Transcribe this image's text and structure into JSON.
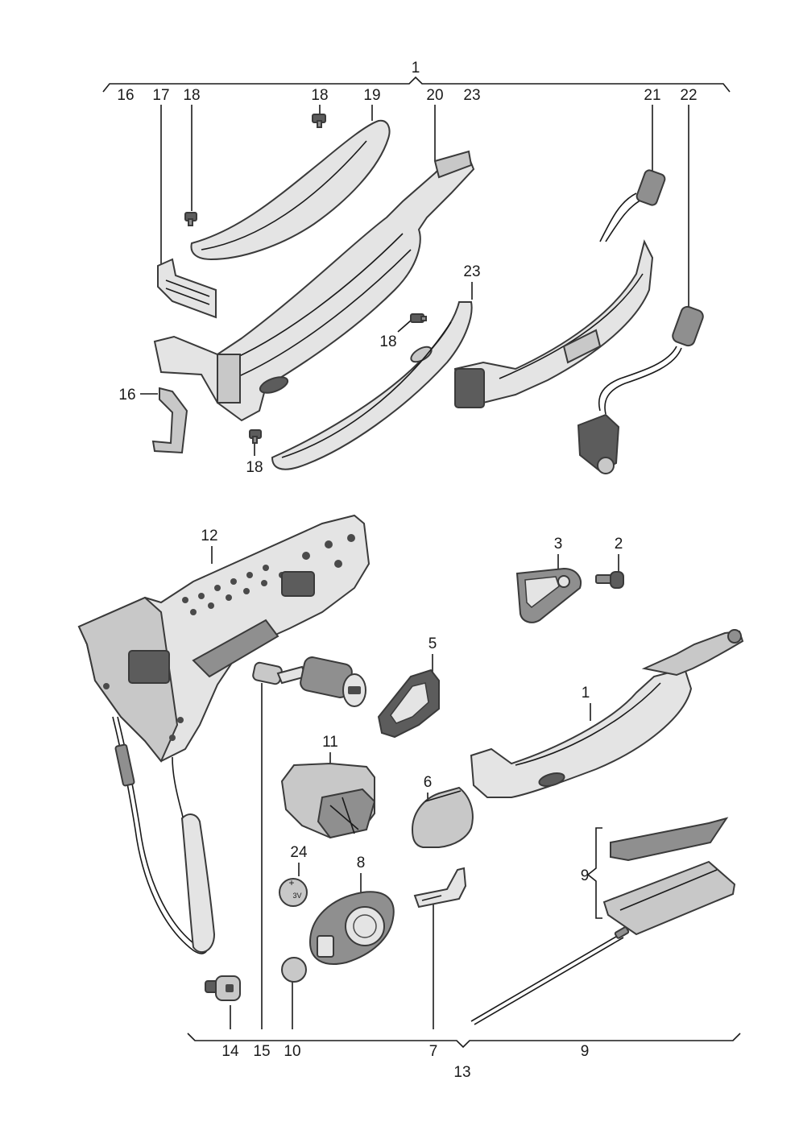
{
  "title": "",
  "callouts": {
    "c1_top": "1",
    "c16_top": "16",
    "c17": "17",
    "c18_a": "18",
    "c18_b": "18",
    "c19": "19",
    "c20": "20",
    "c23_top": "23",
    "c21": "21",
    "c22": "22",
    "c23_mid": "23",
    "c18_c": "18",
    "c16_mid": "16",
    "c18_d": "18",
    "c12": "12",
    "c3": "3",
    "c2": "2",
    "c5": "5",
    "c1_mid": "1",
    "c11": "11",
    "c6": "6",
    "c24": "24",
    "c8": "8",
    "c9_mid": "9",
    "c14": "14",
    "c15": "15",
    "c10": "10",
    "c7": "7",
    "c9_bottom": "9",
    "c13": "13"
  },
  "battery_marks": {
    "plus": "+",
    "volt": "3V"
  }
}
